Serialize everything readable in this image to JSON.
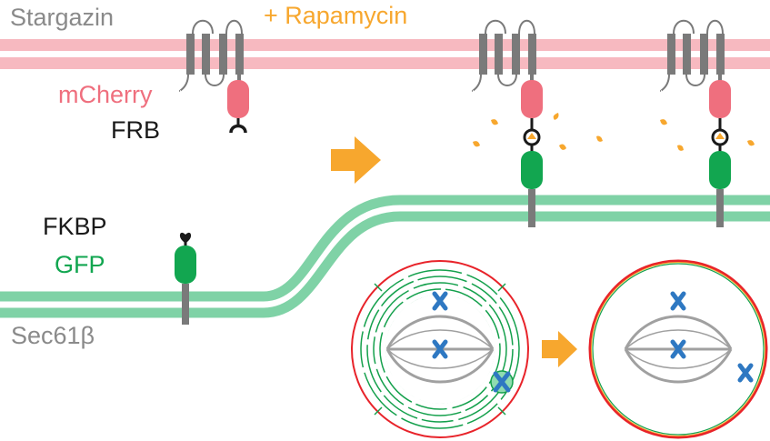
{
  "labels": {
    "stargazin": "Stargazin",
    "rapamycin": "+ Rapamycin",
    "mcherry": "mCherry",
    "frb": "FRB",
    "fkbp": "FKBP",
    "gfp": "GFP",
    "sec61b": "Sec61β"
  },
  "colors": {
    "stargazin_label": "#8a8a8a",
    "rapamycin": "#f7a72e",
    "mcherry": "#ef6f7e",
    "frb": "#1a1a1a",
    "fkbp": "#1a1a1a",
    "gfp": "#12a650",
    "sec61b_label": "#8a8a8a",
    "plasma_membrane": "#f7b9c0",
    "er_membrane": "#7fd2a6",
    "protein_gray": "#7a7a7a",
    "arrow": "#f7a72e",
    "cell_outline": "#e8232a",
    "er_network": "#14a04c",
    "spindle": "#a0a0a0",
    "chromosome": "#2e78c2"
  }
}
